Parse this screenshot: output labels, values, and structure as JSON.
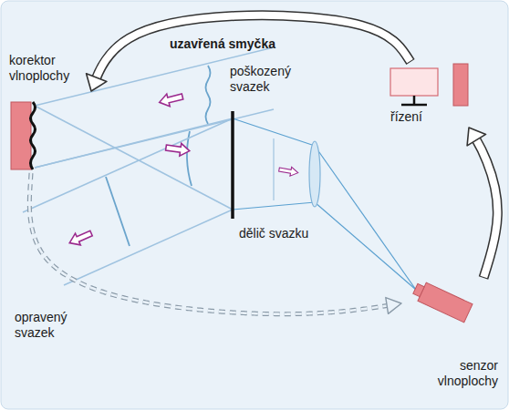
{
  "diagram": {
    "title": "uzavřená smyčka",
    "nodes": [
      {
        "text": [
          "korektor vlnoplochy"
        ]
      },
      {
        "text": [
          "řízení"
        ]
      },
      {
        "text": [
          "dělič svazku"
        ]
      },
      {
        "text": [
          "senzor vlnoplochy"
        ]
      }
    ],
    "edges": [
      {
        "from": 3,
        "to": 1,
        "arrow": "to"
      },
      {
        "from": 1,
        "to": 0,
        "arrow": "to"
      },
      {
        "from": 0,
        "to": 3,
        "arrow": "to"
      }
    ],
    "labels": [
      "poškozený svazek",
      "opravený svazek"
    ]
  }
}
